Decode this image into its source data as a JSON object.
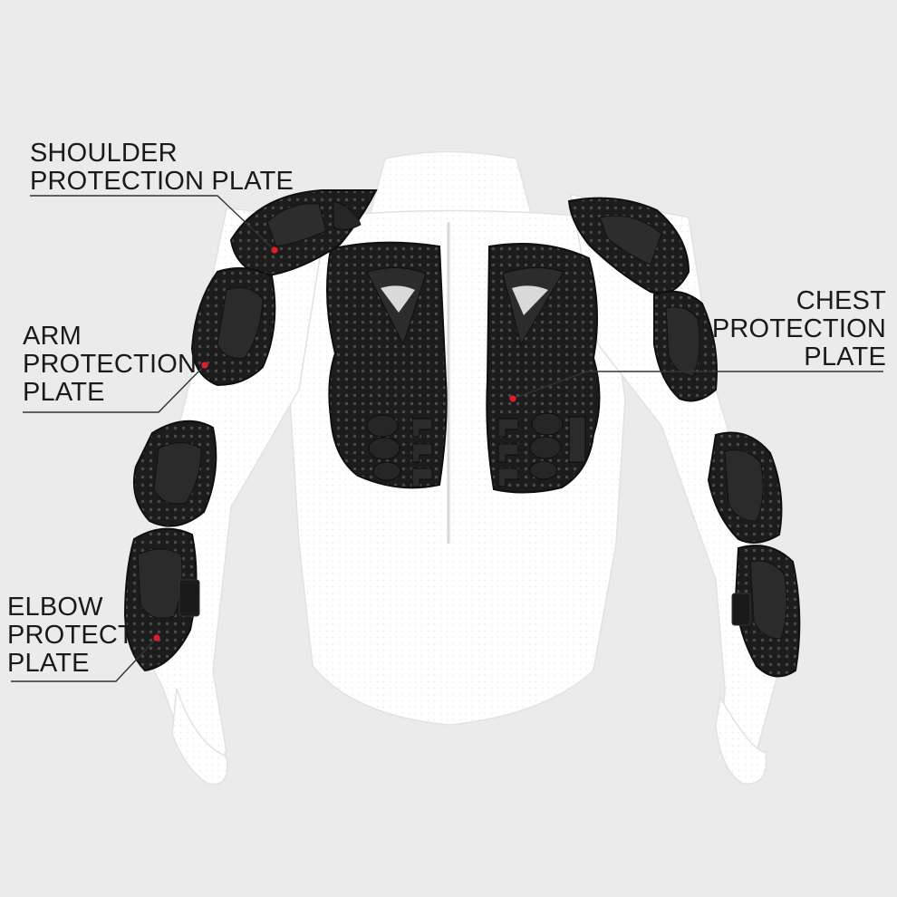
{
  "callouts": {
    "shoulder": {
      "lines": [
        "SHOULDER",
        "PROTECTION PLATE"
      ]
    },
    "arm": {
      "lines": [
        "ARM",
        "PROTECTION",
        "PLATE"
      ]
    },
    "elbow": {
      "lines": [
        "ELBOW",
        "PROTECT",
        "PLATE"
      ]
    },
    "chest": {
      "lines": [
        "CHEST",
        "PROTECTION",
        "PLATE"
      ]
    }
  },
  "colors": {
    "background": "#ebebeb",
    "garment": "#ffffff",
    "armor": "#1b1b1b",
    "leader_line": "#333333",
    "marker": "#e21c2a"
  },
  "product": "protective armor jacket"
}
